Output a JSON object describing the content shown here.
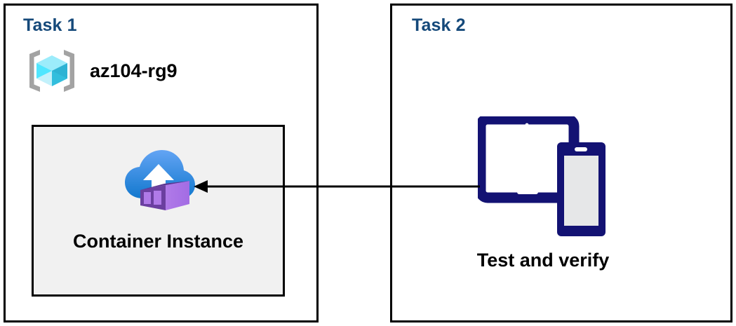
{
  "diagram": {
    "panels": [
      {
        "id": "task1",
        "title": "Task 1",
        "resource_group": {
          "icon": "azure-resource-group-icon",
          "label": "az104-rg9"
        },
        "card": {
          "icon": "azure-container-instance-icon",
          "label": "Container Instance"
        }
      },
      {
        "id": "task2",
        "title": "Task 2",
        "icon": "devices-tablet-phone-icon",
        "label": "Test and verify"
      }
    ],
    "connector": {
      "name": "arrow-task2-to-container-instance",
      "direction": "right-to-left",
      "arrowhead": "left"
    },
    "colors": {
      "panel_border": "#000000",
      "title_blue": "#15497a",
      "card_background": "#f1f1f1",
      "text_black": "#000000",
      "device_navy": "#131273",
      "cloud_blue_light": "#5b9bf0",
      "cloud_blue_dark": "#1b7fd4",
      "container_purple_light": "#a96ee8",
      "container_purple_dark": "#6b3fa0",
      "cube_cyan_light": "#9cecfb",
      "cube_cyan_mid": "#50e6ff",
      "cube_cyan_dark": "#32bedd",
      "bracket_gray": "#a3a3a3"
    }
  }
}
